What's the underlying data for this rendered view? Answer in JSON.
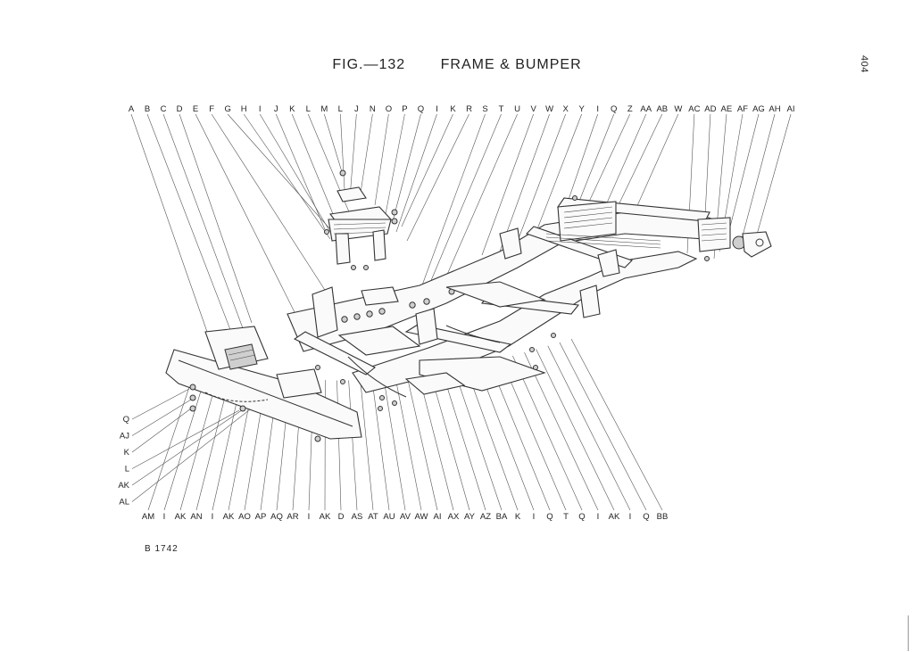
{
  "page_number": "404",
  "figure": {
    "fig_label": "FIG.—132",
    "title": "FRAME & BUMPER"
  },
  "reference": "B 1742",
  "labels_top": [
    "A",
    "B",
    "C",
    "D",
    "E",
    "F",
    "G",
    "H",
    "I",
    "J",
    "K",
    "L",
    "M",
    "L",
    "J",
    "N",
    "O",
    "P",
    "Q",
    "I",
    "K",
    "R",
    "S",
    "T",
    "U",
    "V",
    "W",
    "X",
    "Y",
    "I",
    "Q",
    "Z",
    "AA",
    "AB",
    "W",
    "AC",
    "AD",
    "AE",
    "AF",
    "AG",
    "AH",
    "AI"
  ],
  "labels_left": [
    "Q",
    "AJ",
    "K",
    "L",
    "AK",
    "AL"
  ],
  "labels_bottom": [
    "AM",
    "I",
    "AK",
    "AN",
    "I",
    "AK",
    "AO",
    "AP",
    "AQ",
    "AR",
    "I",
    "AK",
    "D",
    "AS",
    "AT",
    "AU",
    "AV",
    "AW",
    "AI",
    "AX",
    "AY",
    "AZ",
    "BA",
    "K",
    "I",
    "Q",
    "T",
    "Q",
    "I",
    "AK",
    "I",
    "Q",
    "BB"
  ]
}
